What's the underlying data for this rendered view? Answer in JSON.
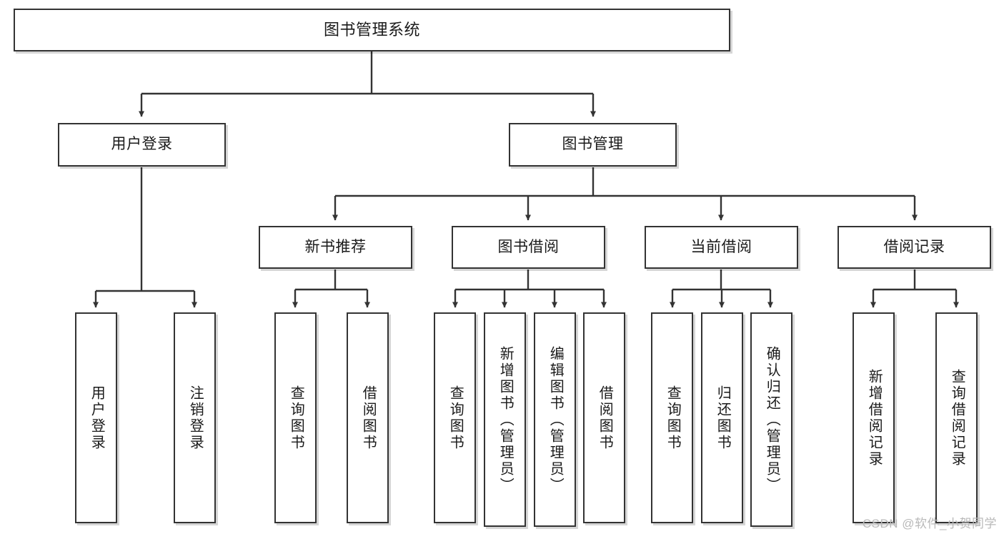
{
  "diagram": {
    "type": "hierarchy-tree",
    "title": "图书管理系统",
    "watermark": "CSDN @软件_小贺同学",
    "colors": {
      "box_border": "#333333",
      "box_fill": "#ffffff",
      "connector": "#333333",
      "text": "#1a1a1a",
      "watermark": "#b9b9b9"
    },
    "nodes": {
      "root": {
        "label": "图书管理系统"
      },
      "level2": [
        {
          "label": "用户登录"
        },
        {
          "label": "图书管理"
        }
      ],
      "level3": [
        {
          "label": "新书推荐"
        },
        {
          "label": "图书借阅"
        },
        {
          "label": "当前借阅"
        },
        {
          "label": "借阅记录"
        }
      ],
      "leaves": [
        {
          "label": "用户登录",
          "parent": "用户登录"
        },
        {
          "label": "注销登录",
          "parent": "用户登录"
        },
        {
          "label": "查询图书",
          "parent": "新书推荐"
        },
        {
          "label": "借阅图书",
          "parent": "新书推荐"
        },
        {
          "label": "查询图书",
          "parent": "图书借阅"
        },
        {
          "label": "新增图书（管理员）",
          "parent": "图书借阅"
        },
        {
          "label": "编辑图书（管理员）",
          "parent": "图书借阅"
        },
        {
          "label": "借阅图书",
          "parent": "图书借阅"
        },
        {
          "label": "查询图书",
          "parent": "当前借阅"
        },
        {
          "label": "归还图书",
          "parent": "当前借阅"
        },
        {
          "label": "确认归还（管理员）",
          "parent": "当前借阅"
        },
        {
          "label": "新增借阅记录",
          "parent": "借阅记录"
        },
        {
          "label": "查询借阅记录",
          "parent": "借阅记录"
        }
      ]
    }
  }
}
